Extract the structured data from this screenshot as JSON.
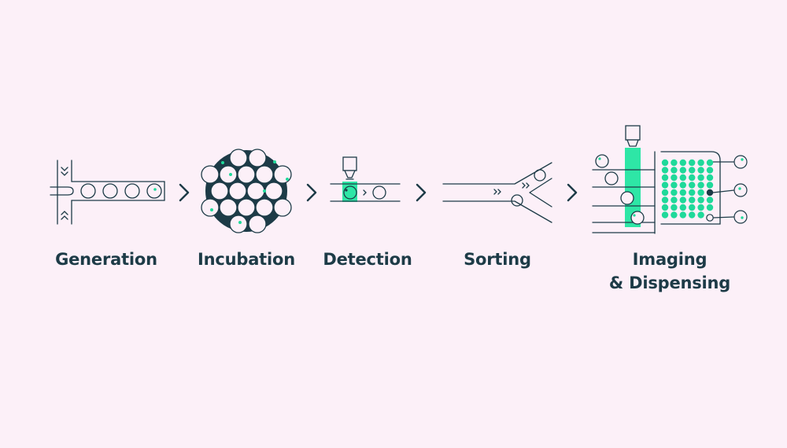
{
  "colors": {
    "background": "#fcf0f8",
    "stroke": "#1d3b47",
    "accent": "#2ee6a6",
    "accent_dot": "#1fd99a"
  },
  "icons": [
    "generation-icon",
    "incubation-icon",
    "detection-icon",
    "sorting-icon",
    "imaging-dispensing-icon",
    "chevron-right-icon"
  ],
  "steps": [
    {
      "label": "Generation"
    },
    {
      "label": "Incubation"
    },
    {
      "label": "Detection"
    },
    {
      "label": "Sorting"
    },
    {
      "label_line1": "Imaging",
      "label_line2": "& Dispensing"
    }
  ]
}
